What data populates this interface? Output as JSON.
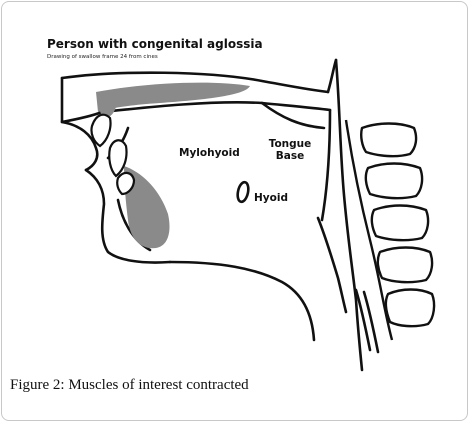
{
  "figure": {
    "title": "Person with congenital aglossia",
    "subtitle": "Drawing of swallow frame 24 from cines",
    "labels": {
      "mylohyoid": "Mylohyoid",
      "tongue_base_line1": "Tongue",
      "tongue_base_line2": "Base",
      "hyoid": "Hyoid"
    },
    "caption": "Figure 2: Muscles of interest contracted"
  },
  "colors": {
    "outline": "#111111",
    "muscle_fill": "#8a8a8a",
    "frame_border": "#c8c8c8"
  }
}
